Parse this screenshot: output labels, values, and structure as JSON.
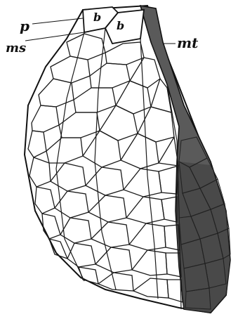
{
  "figure": {
    "labels": {
      "p": "p",
      "ms": "ms",
      "mt": "mt",
      "b1": "b",
      "b2": "b"
    },
    "colors": {
      "paper": "#ffffff",
      "ink": "#111111",
      "dark_region": "#555555",
      "dark_region_deep": "#3a3a3a"
    }
  }
}
